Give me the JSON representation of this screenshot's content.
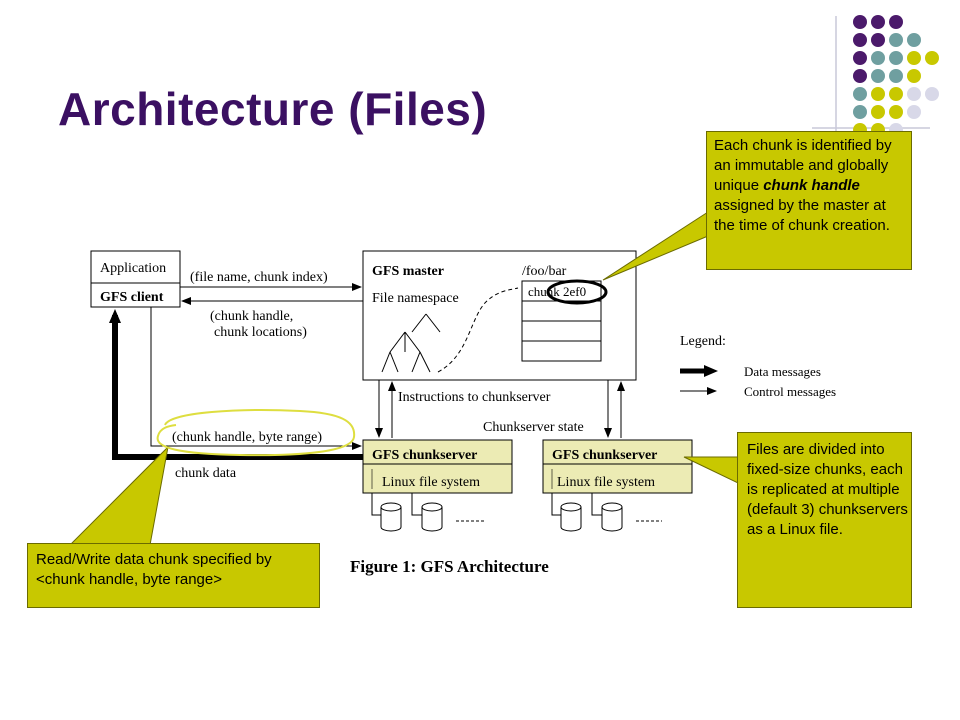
{
  "slide": {
    "title": "Architecture (Files)",
    "colors": {
      "title": "#3b1062",
      "callout": "#c8c800",
      "purple": "#4b1a6b",
      "teal": "#6f9fa0",
      "olive": "#c8c800",
      "lavender": "#d8d8e8",
      "chunkserver_fill": "#ecebb4"
    }
  },
  "diagram": {
    "application_label": "Application",
    "gfs_client_label": "GFS client",
    "request_label": "(file name, chunk index)",
    "reply_label_line1": "(chunk handle,",
    "reply_label_line2": "chunk locations)",
    "read_label": "(chunk handle, byte range)",
    "chunk_data_label": "chunk data",
    "master_label": "GFS master",
    "namespace_label": "File namespace",
    "path_label": "/foo/bar",
    "chunk_label": "chunk 2ef0",
    "instructions_label": "Instructions to chunkserver",
    "state_label": "Chunkserver state",
    "chunkserver_label": "GFS chunkserver",
    "linux_fs_label": "Linux file system",
    "legend_title": "Legend:",
    "legend_data": "Data messages",
    "legend_control": "Control messages",
    "figure_caption": "Figure 1:  GFS Architecture"
  },
  "callouts": {
    "chunk_handle": {
      "pre": "Each chunk is identified by an immutable and globally unique ",
      "emph": "chunk handle",
      "post": " assigned by the master at the time of chunk creation."
    },
    "files_divided": "Files are divided into fixed-size chunks, each is replicated at multiple (default 3) chunkservers as a Linux file.",
    "read_write": "Read/Write data chunk specified by <chunk handle, byte range>"
  }
}
